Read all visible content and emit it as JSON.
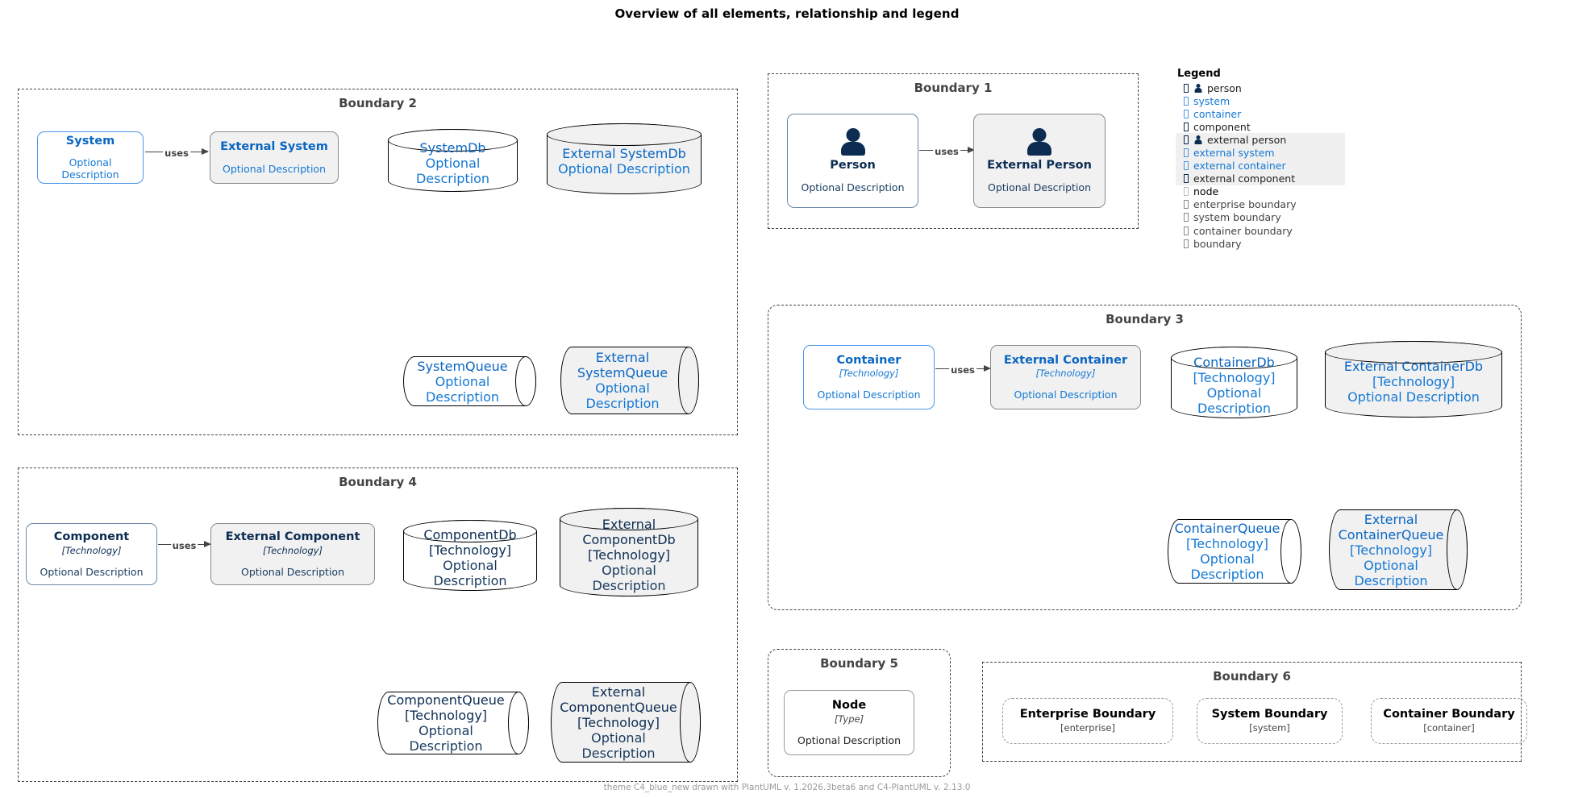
{
  "title": "Overview of all elements, relationship and legend",
  "footer": "theme C4_blue_new drawn with PlantUML v. 1.2026.3beta6 and C4-PlantUML v. 2.13.0",
  "colors": {
    "blue_accent": "#0a66c2",
    "blue_border": "#4b96e6",
    "navy_accent": "#0c2c52",
    "navy_border": "#6c86a8",
    "external_border": "#8a8a8a",
    "external_fill": "#f1f1f1",
    "boundary_stroke": "#444444",
    "grey_stroke": "#999999"
  },
  "common": {
    "description": "Optional Description",
    "technology": "[Technology]",
    "node_type": "[Type]",
    "uses": "uses"
  },
  "boundaries": {
    "b1": {
      "label": "Boundary 1"
    },
    "b2": {
      "label": "Boundary 2"
    },
    "b3": {
      "label": "Boundary 3"
    },
    "b4": {
      "label": "Boundary 4"
    },
    "b5": {
      "label": "Boundary 5"
    },
    "b6": {
      "label": "Boundary 6"
    }
  },
  "elements": {
    "person": {
      "name": "Person",
      "desc": "Optional Description"
    },
    "external_person": {
      "name": "External Person",
      "desc": "Optional Description"
    },
    "system": {
      "name": "System",
      "desc": "Optional Description"
    },
    "external_system": {
      "name": "External System",
      "desc": "Optional Description"
    },
    "system_db": {
      "name": "SystemDb",
      "desc": "Optional Description"
    },
    "external_system_db": {
      "name": "External SystemDb",
      "desc": "Optional Description"
    },
    "system_queue": {
      "name": "SystemQueue",
      "desc": "Optional Description"
    },
    "external_system_queue": {
      "name": "External\nSystemQueue",
      "name_l1": "External",
      "name_l2": "SystemQueue",
      "desc": "Optional Description"
    },
    "container": {
      "name": "Container",
      "tech": "[Technology]",
      "desc": "Optional Description"
    },
    "external_container": {
      "name": "External Container",
      "tech": "[Technology]",
      "desc": "Optional Description"
    },
    "container_db": {
      "name": "ContainerDb",
      "tech": "[Technology]",
      "desc": "Optional Description"
    },
    "external_container_db": {
      "name": "External ContainerDb",
      "tech": "[Technology]",
      "desc": "Optional Description"
    },
    "container_queue": {
      "name": "ContainerQueue",
      "tech": "[Technology]",
      "desc": "Optional Description"
    },
    "external_container_queue": {
      "name_l1": "External",
      "name_l2": "ContainerQueue",
      "tech": "[Technology]",
      "desc": "Optional Description"
    },
    "component": {
      "name": "Component",
      "tech": "[Technology]",
      "desc": "Optional Description"
    },
    "external_component": {
      "name": "External Component",
      "tech": "[Technology]",
      "desc": "Optional Description"
    },
    "component_db": {
      "name": "ComponentDb",
      "tech": "[Technology]",
      "desc": "Optional Description"
    },
    "external_component_db": {
      "name_l1": "External",
      "name_l2": "ComponentDb",
      "tech": "[Technology]",
      "desc": "Optional Description"
    },
    "component_queue": {
      "name": "ComponentQueue",
      "tech": "[Technology]",
      "desc": "Optional Description"
    },
    "external_component_queue": {
      "name_l1": "External",
      "name_l2": "ComponentQueue",
      "tech": "[Technology]",
      "desc": "Optional Description"
    },
    "node": {
      "name": "Node",
      "tech": "[Type]",
      "desc": "Optional Description"
    },
    "enterprise_boundary": {
      "name": "Enterprise Boundary",
      "tech": "[enterprise]"
    },
    "system_boundary": {
      "name": "System Boundary",
      "tech": "[system]"
    },
    "container_boundary": {
      "name": "Container Boundary",
      "tech": "[container]"
    }
  },
  "relationships": [
    {
      "id": "r1",
      "label": "uses",
      "from": "Person",
      "to": "External Person"
    },
    {
      "id": "r2",
      "label": "uses",
      "from": "System",
      "to": "External System"
    },
    {
      "id": "r3",
      "label": "uses",
      "from": "Container",
      "to": "External Container"
    },
    {
      "id": "r4",
      "label": "uses",
      "from": "Component",
      "to": "External Component"
    }
  ],
  "legend": {
    "title": "Legend",
    "items": [
      {
        "label": "person",
        "icon": "person-icon",
        "swatch": "#0c2c52",
        "fill": "#ffffff",
        "highlight": false
      },
      {
        "label": "system",
        "icon": "swatch",
        "swatch": "#4b96e6",
        "fill": "#ffffff",
        "highlight": false,
        "text": "#1478d4"
      },
      {
        "label": "container",
        "icon": "swatch",
        "swatch": "#4b96e6",
        "fill": "#ffffff",
        "highlight": false,
        "text": "#1478d4"
      },
      {
        "label": "component",
        "icon": "swatch",
        "swatch": "#0c2c52",
        "fill": "#ffffff",
        "highlight": false,
        "text": "#222222"
      },
      {
        "label": "external person",
        "icon": "person-icon",
        "swatch": "#0c2c52",
        "fill": "#f1f1f1",
        "highlight": true,
        "text": "#222222"
      },
      {
        "label": "external system",
        "icon": "swatch",
        "swatch": "#4b96e6",
        "fill": "#f1f1f1",
        "highlight": true,
        "text": "#1478d4"
      },
      {
        "label": "external container",
        "icon": "swatch",
        "swatch": "#4b96e6",
        "fill": "#f1f1f1",
        "highlight": true,
        "text": "#1478d4"
      },
      {
        "label": "external component",
        "icon": "swatch",
        "swatch": "#0c2c52",
        "fill": "#f1f1f1",
        "highlight": true,
        "text": "#222222"
      },
      {
        "label": "node",
        "icon": "swatch",
        "swatch": "#bbbbbb",
        "fill": "#ffffff",
        "highlight": false,
        "text": "#000000"
      },
      {
        "label": "enterprise boundary",
        "icon": "swatch",
        "swatch": "#8a8a8a",
        "fill": "#ffffff",
        "highlight": false,
        "text": "#444444"
      },
      {
        "label": "system boundary",
        "icon": "swatch",
        "swatch": "#8a8a8a",
        "fill": "#ffffff",
        "highlight": false,
        "text": "#444444"
      },
      {
        "label": "container boundary",
        "icon": "swatch",
        "swatch": "#8a8a8a",
        "fill": "#ffffff",
        "highlight": false,
        "text": "#444444"
      },
      {
        "label": "boundary",
        "icon": "swatch",
        "swatch": "#8a8a8a",
        "fill": "#ffffff",
        "highlight": false,
        "text": "#444444"
      }
    ]
  }
}
